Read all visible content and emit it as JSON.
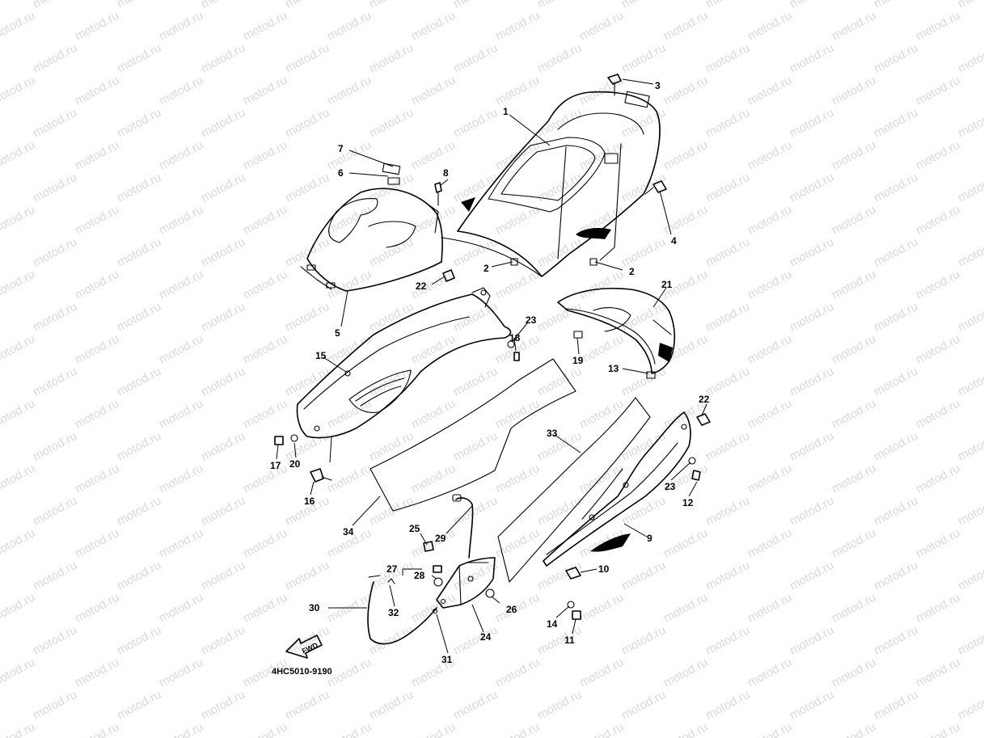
{
  "watermark": {
    "text": "motod.ru",
    "color": "#d9d9d9"
  },
  "diagram_code": "4HC5010-9190",
  "forward_arrow_label": "FWD",
  "parts": [
    {
      "id": "1",
      "label": "1"
    },
    {
      "id": "2a",
      "label": "2"
    },
    {
      "id": "2b",
      "label": "2"
    },
    {
      "id": "3",
      "label": "3"
    },
    {
      "id": "4",
      "label": "4"
    },
    {
      "id": "5",
      "label": "5"
    },
    {
      "id": "6",
      "label": "6"
    },
    {
      "id": "7",
      "label": "7"
    },
    {
      "id": "8",
      "label": "8"
    },
    {
      "id": "9",
      "label": "9"
    },
    {
      "id": "10",
      "label": "10"
    },
    {
      "id": "11",
      "label": "11"
    },
    {
      "id": "12",
      "label": "12"
    },
    {
      "id": "13",
      "label": "13"
    },
    {
      "id": "14",
      "label": "14"
    },
    {
      "id": "15",
      "label": "15"
    },
    {
      "id": "16",
      "label": "16"
    },
    {
      "id": "17",
      "label": "17"
    },
    {
      "id": "18",
      "label": "18"
    },
    {
      "id": "19",
      "label": "19"
    },
    {
      "id": "20",
      "label": "20"
    },
    {
      "id": "21",
      "label": "21"
    },
    {
      "id": "22a",
      "label": "22"
    },
    {
      "id": "22b",
      "label": "22"
    },
    {
      "id": "23a",
      "label": "23"
    },
    {
      "id": "23b",
      "label": "23"
    },
    {
      "id": "24",
      "label": "24"
    },
    {
      "id": "25",
      "label": "25"
    },
    {
      "id": "26",
      "label": "26"
    },
    {
      "id": "27",
      "label": "27"
    },
    {
      "id": "28",
      "label": "28"
    },
    {
      "id": "29",
      "label": "29"
    },
    {
      "id": "30",
      "label": "30"
    },
    {
      "id": "31",
      "label": "31"
    },
    {
      "id": "32",
      "label": "32"
    },
    {
      "id": "33",
      "label": "33"
    },
    {
      "id": "34",
      "label": "34"
    }
  ]
}
